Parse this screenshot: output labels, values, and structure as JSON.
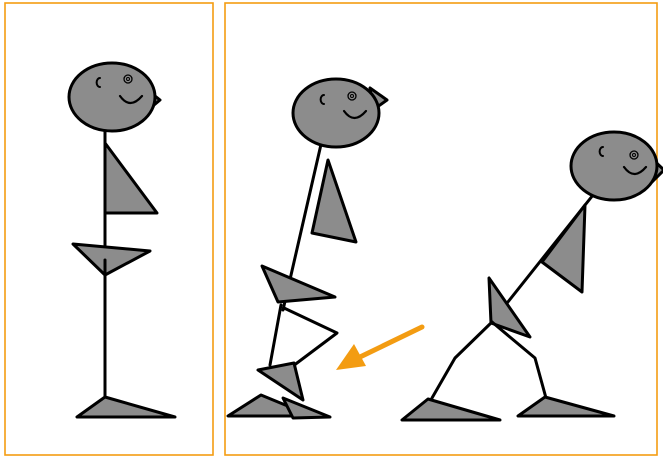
{
  "colors": {
    "frame": "#f39c12",
    "line": "#000000",
    "fill": "#8c8c8c",
    "arrow": "#f39c12"
  },
  "panels": [
    {
      "id": "standing",
      "figures": [
        "standing-figure"
      ]
    },
    {
      "id": "sitting-sequence",
      "figures": [
        "bending-figure",
        "sitting-figure"
      ],
      "arrow": "left-down-arrow"
    }
  ],
  "icons": [
    "stick-figure",
    "smiley-face",
    "direction-arrow"
  ]
}
